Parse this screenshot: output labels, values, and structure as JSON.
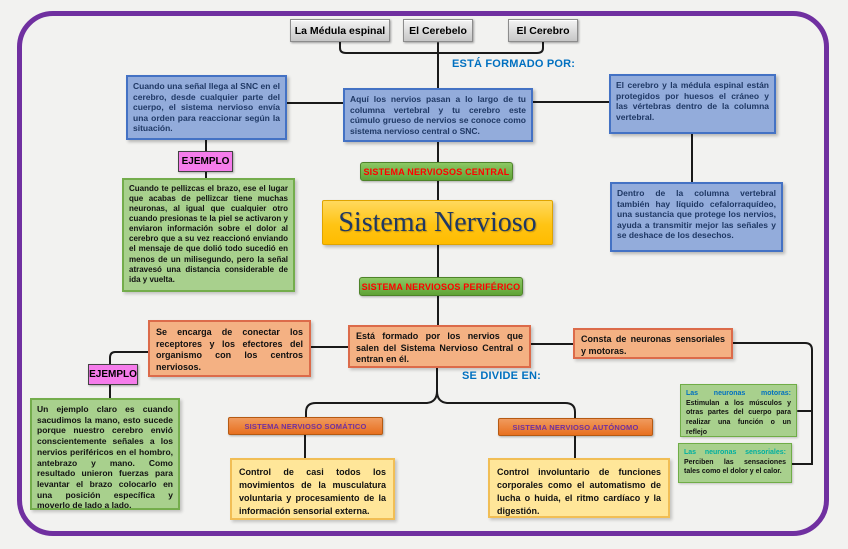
{
  "palette": {
    "frame_purple": "#7030A0",
    "background": "#F2F2F0",
    "blue_node_fill": "#93ACDB",
    "blue_node_border": "#4472C4",
    "green_node_fill": "#A8D08D",
    "green_node_border": "#70AD47",
    "orange_node_fill": "#F4B183",
    "yellow_node_fill": "#FFE699",
    "green_label_fill": "#6FB13F",
    "orange_label_fill": "#ED7D31",
    "pink_label_fill": "#F57CEB",
    "title_fill": "#FFC000",
    "red_label_text": "#FF0000",
    "purple_label_text": "#7030A0",
    "annotation_blue": "#0070C0",
    "neuron_motor_label_color": "#0070C0",
    "neuron_sensory_label_color": "#00AFA0"
  },
  "title": "Sistema Nervioso",
  "header_nodes": {
    "medula": "La Médula espinal",
    "cerebelo": "El Cerebelo",
    "cerebro": "El Cerebro"
  },
  "annotations": {
    "esta_formado_por": "ESTÁ FORMADO POR:",
    "se_divide_en": "SE DIVIDE EN:"
  },
  "section_labels": {
    "central": "SISTEMA NERVIOSOS CENTRAL",
    "periferico": "SISTEMA NERVIOSOS PERIFÉRICO",
    "somatico": "SISTEMA NERVIOSO SOMÁTICO",
    "autonomo": "SISTEMA NERVIOSO AUTÓNOMO",
    "ejemplo_central": "EJEMPLO",
    "ejemplo_periferico": "EJEMPLO"
  },
  "descriptions": {
    "snc_signal": "Cuando una señal llega al SNC en el cerebro, desde cualquier parte del cuerpo, el sistema nervioso envía una orden para reaccionar según la situación.",
    "snc_definition": "Aquí los nervios pasan a lo largo de tu columna vertebral y tu cerebro este cúmulo grueso de nervios se conoce como sistema nervioso central o SNC.",
    "snc_protection": "El cerebro y la médula espinal están protegidos por huesos el cráneo y las vértebras dentro de la columna vertebral.",
    "snc_liquid": "Dentro de la columna vertebral también hay líquido cefalorraquídeo, una sustancia que protege los nervios, ayuda a transmitir mejor las señales y se deshace de los desechos.",
    "snc_example": "Cuando te pellizcas el brazo, ese el lugar que acabas de pellizcar tiene muchas neuronas, al igual que cualquier otro cuando presionas te la piel se activaron y enviaron información sobre el dolor al cerebro que a su vez reaccionó enviando el mensaje de que dolió todo sucedió en menos de un milisegundo, pero la señal atravesó una distancia considerable de ida y vuelta.",
    "snp_connect": "Se encarga de conectar los receptores y los efectores del organismo con los centros nerviosos.",
    "snp_definition": "Está formado por los nervios que salen del Sistema Nervioso Central o entran en él.",
    "snp_neurons": "Consta de neuronas sensoriales y motoras.",
    "snp_example": "Un ejemplo claro es cuando sacudimos la mano, esto sucede porque nuestro cerebro envió conscientemente señales a los nervios periféricos en el hombro, antebrazo y mano. Como resultado unieron fuerzas para levantar el brazo colocarlo en una posición específica y moverlo de lado a lado.",
    "somatico_control": "Control de casi todos los movimientos de la musculatura voluntaria y procesamiento de la información sensorial externa.",
    "autonomo_control": "Control involuntario de funciones corporales como el automatismo de lucha o huida, el ritmo cardíaco y la digestión."
  },
  "neuron_notes": {
    "motoras_label": "Las neuronas motoras:",
    "motoras_text": " Estimulan a los músculos y otras partes del cuerpo para realizar una función o un reflejo",
    "sensoriales_label": "Las neuronas sensoriales:",
    "sensoriales_text": " Perciben las sensaciones tales como el dolor y el calor."
  }
}
